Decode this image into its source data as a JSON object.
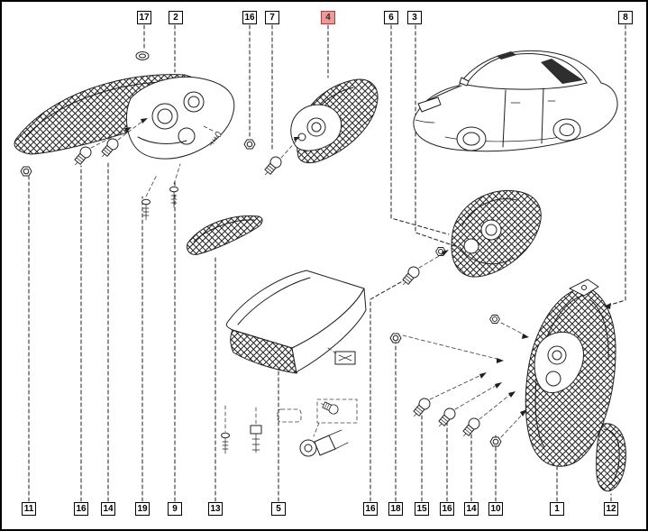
{
  "colors": {
    "background": "#ffffff",
    "line": "#1f1f1f",
    "highlight_bg": "#e59c9c",
    "highlight_text": "#5c1d1d"
  },
  "diagram": {
    "highlighted_callout": "4",
    "top_callouts": [
      "17",
      "2",
      "16",
      "7",
      "4",
      "6",
      "3",
      "8"
    ],
    "bottom_callouts": [
      "11",
      "16",
      "14",
      "19",
      "9",
      "13",
      "5",
      "16",
      "18",
      "15",
      "16",
      "14",
      "10",
      "1",
      "12"
    ]
  }
}
